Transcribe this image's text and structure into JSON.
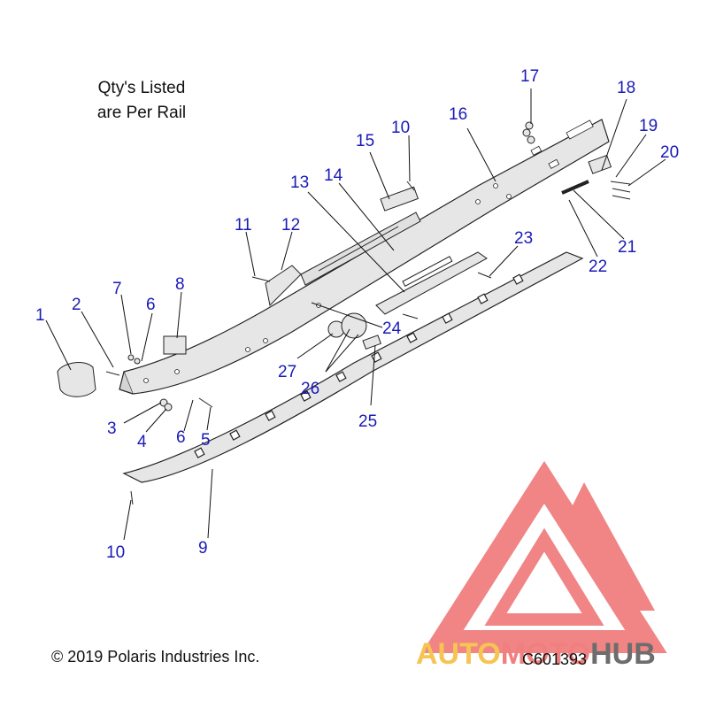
{
  "note": {
    "line1": "Qty's Listed",
    "line2": "are Per Rail"
  },
  "copyright": "© 2019 Polaris Industries Inc.",
  "diagram_code": "C601393",
  "watermark": {
    "part1": "AUTO",
    "part2": "MOTO",
    "part3": "HUB",
    "color_auto": "#f6c453",
    "color_moto": "#f08080",
    "color_hub": "#6d6d6d",
    "logo_color": "#ef6f6f"
  },
  "callouts": [
    "1",
    "2",
    "3",
    "4",
    "5",
    "6",
    "6",
    "7",
    "8",
    "9",
    "10",
    "10",
    "11",
    "12",
    "13",
    "14",
    "15",
    "16",
    "17",
    "18",
    "19",
    "20",
    "21",
    "22",
    "23",
    "24",
    "25",
    "26",
    "27"
  ],
  "colors": {
    "callout": "#1a1ab8",
    "part_fill": "#e6e6e6",
    "part_stroke": "#222222"
  }
}
